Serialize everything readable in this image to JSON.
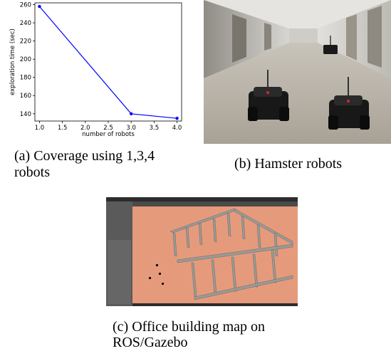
{
  "chart_data": {
    "type": "line",
    "x": [
      1.0,
      3.0,
      4.0
    ],
    "y": [
      258,
      140,
      135
    ],
    "xlabel": "number of robots",
    "ylabel": "exploration time (sec)",
    "xlim": [
      0.9,
      4.1
    ],
    "ylim": [
      132,
      262
    ],
    "xticks": [
      "1.0",
      "1.5",
      "2.0",
      "2.5",
      "3.0",
      "3.5",
      "4.0"
    ],
    "xtick_values": [
      1.0,
      1.5,
      2.0,
      2.5,
      3.0,
      3.5,
      4.0
    ],
    "yticks": [
      "140",
      "160",
      "180",
      "200",
      "220",
      "240",
      "260"
    ],
    "ytick_values": [
      140,
      160,
      180,
      200,
      220,
      240,
      260
    ],
    "series_color": "#0000ff",
    "grid": false
  },
  "captions": {
    "a_line1": "(a)  Coverage  using  1,3,4",
    "a_line2": "robots",
    "b": "(b) Hamster robots",
    "c_line1": "(c) Office building map on",
    "c_line2": "ROS/Gazebo"
  },
  "colors": {
    "floor_photo": "#b8b2a8",
    "wall_photo": "#dcdad6",
    "gazebo_floor": "#e69a7c",
    "gazebo_panel": "#5a5a5a",
    "gazebo_wall": "#9a9a96"
  }
}
